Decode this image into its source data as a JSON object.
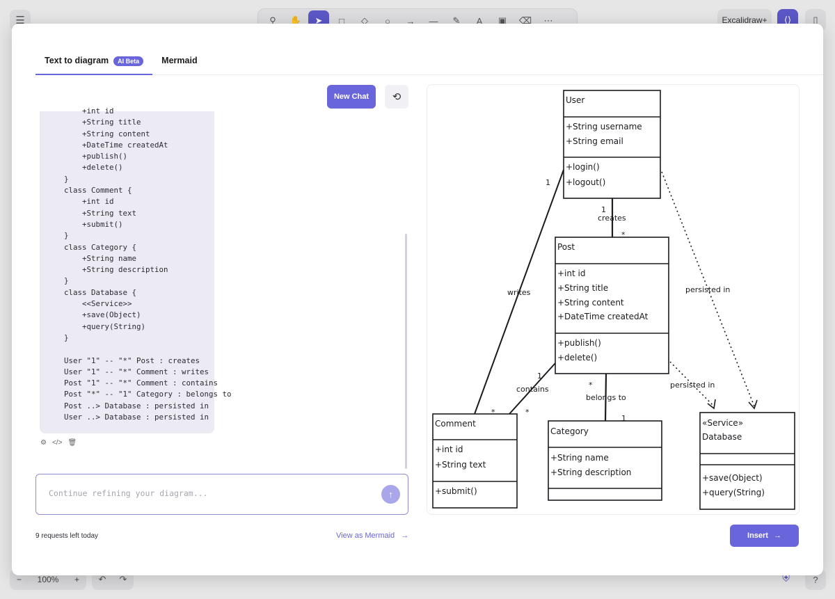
{
  "background": {
    "zoom": "100%",
    "excalidraw_plus": "Excalidraw+"
  },
  "tabs": [
    {
      "label": "Text to diagram",
      "badge": "AI Beta"
    },
    {
      "label": "Mermaid"
    }
  ],
  "buttons": {
    "new_chat": "New Chat",
    "insert": "Insert",
    "view_mermaid": "View as Mermaid"
  },
  "input": {
    "placeholder": "Continue refining your diagram..."
  },
  "requests_left": "9 requests left today",
  "code_lines": [
    "    +int id",
    "    +String title",
    "    +String content",
    "    +DateTime createdAt",
    "    +publish()",
    "    +delete()",
    "}",
    "class Comment {",
    "    +int id",
    "    +String text",
    "    +submit()",
    "}",
    "class Category {",
    "    +String name",
    "    +String description",
    "}",
    "class Database {",
    "    <<Service>>",
    "    +save(Object)",
    "    +query(String)",
    "}",
    "",
    "User \"1\" -- \"*\" Post : creates",
    "User \"1\" -- \"*\" Comment : writes",
    "Post \"1\" -- \"*\" Comment : contains",
    "Post \"*\" -- \"1\" Category : belongs to",
    "Post ..> Database : persisted in",
    "User ..> Database : persisted in"
  ],
  "diagram": {
    "classes": {
      "user": {
        "name": "User",
        "attrs": [
          "+String username",
          "+String email"
        ],
        "methods": [
          "+login()",
          "+logout()"
        ]
      },
      "post": {
        "name": "Post",
        "attrs": [
          "+int id",
          "+String title",
          "+String content",
          "+DateTime createdAt"
        ],
        "methods": [
          "+publish()",
          "+delete()"
        ]
      },
      "comment": {
        "name": "Comment",
        "attrs": [
          "+int id",
          "+String text"
        ],
        "methods": [
          "+submit()"
        ]
      },
      "category": {
        "name": "Category",
        "attrs": [
          "+String name",
          "+String description"
        ],
        "methods": []
      },
      "database": {
        "stereotype": "«Service»",
        "name": "Database",
        "attrs": [],
        "methods": [
          "+save(Object)",
          "+query(String)"
        ]
      }
    },
    "labels": {
      "creates": "creates",
      "writes": "writes",
      "contains": "contains",
      "belongs_to": "belongs to",
      "persisted_in_user": "persisted in",
      "persisted_in_post": "persisted in"
    },
    "multiplicities": {
      "user_post_1": "1",
      "user_post_star": "*",
      "user_comment_1": "1",
      "user_comment_star": "*",
      "post_comment_1": "1",
      "post_comment_star": "*",
      "post_category_star": "*",
      "post_category_1": "1"
    }
  }
}
